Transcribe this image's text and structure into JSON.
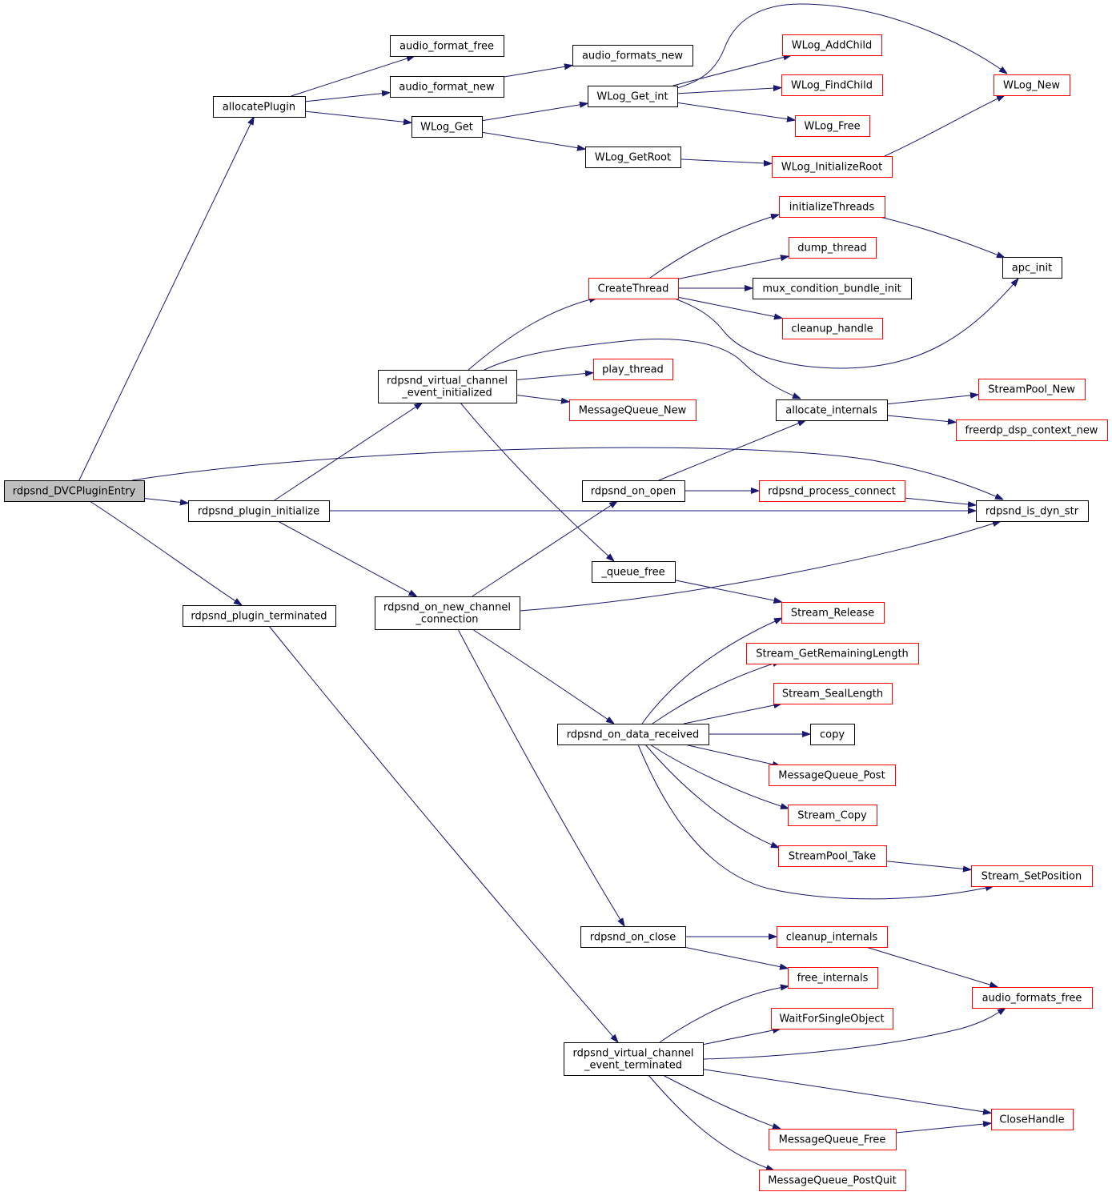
{
  "colors": {
    "edge": "#191970",
    "node_border": "#000000",
    "external_node_border": "#ff0000",
    "root_fill": "#bfbfbf",
    "node_fill": "#ffffff"
  },
  "nodes": [
    {
      "id": "n_entry",
      "lines": [
        "rdpsnd_DVCPluginEntry"
      ],
      "kind": "root"
    },
    {
      "id": "n_allocatePlugin",
      "lines": [
        "allocatePlugin"
      ],
      "kind": "local"
    },
    {
      "id": "n_plugin_initialize",
      "lines": [
        "rdpsnd_plugin_initialize"
      ],
      "kind": "local"
    },
    {
      "id": "n_plugin_terminated",
      "lines": [
        "rdpsnd_plugin_terminated"
      ],
      "kind": "local"
    },
    {
      "id": "n_audio_format_free",
      "lines": [
        "audio_format_free"
      ],
      "kind": "local"
    },
    {
      "id": "n_audio_format_new",
      "lines": [
        "audio_format_new"
      ],
      "kind": "local"
    },
    {
      "id": "n_wlog_get",
      "lines": [
        "WLog_Get"
      ],
      "kind": "local"
    },
    {
      "id": "n_audio_formats_new",
      "lines": [
        "audio_formats_new"
      ],
      "kind": "local"
    },
    {
      "id": "n_wlog_get_int",
      "lines": [
        "WLog_Get_int"
      ],
      "kind": "local"
    },
    {
      "id": "n_wlog_getroot",
      "lines": [
        "WLog_GetRoot"
      ],
      "kind": "local"
    },
    {
      "id": "n_wlog_addchild",
      "lines": [
        "WLog_AddChild"
      ],
      "kind": "external"
    },
    {
      "id": "n_wlog_findchild",
      "lines": [
        "WLog_FindChild"
      ],
      "kind": "external"
    },
    {
      "id": "n_wlog_free",
      "lines": [
        "WLog_Free"
      ],
      "kind": "external"
    },
    {
      "id": "n_wlog_initializeroot",
      "lines": [
        "WLog_InitializeRoot"
      ],
      "kind": "external"
    },
    {
      "id": "n_wlog_new",
      "lines": [
        "WLog_New"
      ],
      "kind": "external"
    },
    {
      "id": "n_vc_initialized",
      "lines": [
        "rdpsnd_virtual_channel",
        "_event_initialized"
      ],
      "kind": "local"
    },
    {
      "id": "n_createthread",
      "lines": [
        "CreateThread"
      ],
      "kind": "external"
    },
    {
      "id": "n_initializethreads",
      "lines": [
        "initializeThreads"
      ],
      "kind": "external"
    },
    {
      "id": "n_dump_thread",
      "lines": [
        "dump_thread"
      ],
      "kind": "external"
    },
    {
      "id": "n_mux_condition",
      "lines": [
        "mux_condition_bundle_init"
      ],
      "kind": "local"
    },
    {
      "id": "n_cleanup_handle",
      "lines": [
        "cleanup_handle"
      ],
      "kind": "external"
    },
    {
      "id": "n_apc_init",
      "lines": [
        "apc_init"
      ],
      "kind": "local"
    },
    {
      "id": "n_play_thread",
      "lines": [
        "play_thread"
      ],
      "kind": "external"
    },
    {
      "id": "n_mq_new",
      "lines": [
        "MessageQueue_New"
      ],
      "kind": "external"
    },
    {
      "id": "n_allocate_internals",
      "lines": [
        "allocate_internals"
      ],
      "kind": "local"
    },
    {
      "id": "n_streampool_new",
      "lines": [
        "StreamPool_New"
      ],
      "kind": "external"
    },
    {
      "id": "n_dsp_context_new",
      "lines": [
        "freerdp_dsp_context_new"
      ],
      "kind": "external"
    },
    {
      "id": "n_on_open",
      "lines": [
        "rdpsnd_on_open"
      ],
      "kind": "local"
    },
    {
      "id": "n_process_connect",
      "lines": [
        "rdpsnd_process_connect"
      ],
      "kind": "external"
    },
    {
      "id": "n_is_dyn_str",
      "lines": [
        "rdpsnd_is_dyn_str"
      ],
      "kind": "local"
    },
    {
      "id": "n_queue_free",
      "lines": [
        "_queue_free"
      ],
      "kind": "local"
    },
    {
      "id": "n_new_channel_conn",
      "lines": [
        "rdpsnd_on_new_channel",
        "_connection"
      ],
      "kind": "local"
    },
    {
      "id": "n_stream_release",
      "lines": [
        "Stream_Release"
      ],
      "kind": "external"
    },
    {
      "id": "n_stream_remaining",
      "lines": [
        "Stream_GetRemainingLength"
      ],
      "kind": "external"
    },
    {
      "id": "n_stream_seallength",
      "lines": [
        "Stream_SealLength"
      ],
      "kind": "external"
    },
    {
      "id": "n_on_data_received",
      "lines": [
        "rdpsnd_on_data_received"
      ],
      "kind": "local"
    },
    {
      "id": "n_copy",
      "lines": [
        "copy"
      ],
      "kind": "local"
    },
    {
      "id": "n_mq_post",
      "lines": [
        "MessageQueue_Post"
      ],
      "kind": "external"
    },
    {
      "id": "n_stream_copy",
      "lines": [
        "Stream_Copy"
      ],
      "kind": "external"
    },
    {
      "id": "n_streampool_take",
      "lines": [
        "StreamPool_Take"
      ],
      "kind": "external"
    },
    {
      "id": "n_stream_setposition",
      "lines": [
        "Stream_SetPosition"
      ],
      "kind": "external"
    },
    {
      "id": "n_on_close",
      "lines": [
        "rdpsnd_on_close"
      ],
      "kind": "local"
    },
    {
      "id": "n_cleanup_internals",
      "lines": [
        "cleanup_internals"
      ],
      "kind": "external"
    },
    {
      "id": "n_free_internals",
      "lines": [
        "free_internals"
      ],
      "kind": "external"
    },
    {
      "id": "n_audio_formats_free",
      "lines": [
        "audio_formats_free"
      ],
      "kind": "external"
    },
    {
      "id": "n_waitforsingleobject",
      "lines": [
        "WaitForSingleObject"
      ],
      "kind": "external"
    },
    {
      "id": "n_vc_terminated",
      "lines": [
        "rdpsnd_virtual_channel",
        "_event_terminated"
      ],
      "kind": "local"
    },
    {
      "id": "n_closehandle",
      "lines": [
        "CloseHandle"
      ],
      "kind": "external"
    },
    {
      "id": "n_mq_free",
      "lines": [
        "MessageQueue_Free"
      ],
      "kind": "external"
    },
    {
      "id": "n_mq_postquit",
      "lines": [
        "MessageQueue_PostQuit"
      ],
      "kind": "external"
    }
  ],
  "edges": [
    [
      "n_entry",
      "n_allocatePlugin"
    ],
    [
      "n_entry",
      "n_plugin_initialize"
    ],
    [
      "n_entry",
      "n_plugin_terminated"
    ],
    [
      "n_entry",
      "n_is_dyn_str"
    ],
    [
      "n_allocatePlugin",
      "n_audio_format_free"
    ],
    [
      "n_allocatePlugin",
      "n_audio_format_new"
    ],
    [
      "n_allocatePlugin",
      "n_wlog_get"
    ],
    [
      "n_audio_format_new",
      "n_audio_formats_new"
    ],
    [
      "n_wlog_get",
      "n_wlog_get_int"
    ],
    [
      "n_wlog_get",
      "n_wlog_getroot"
    ],
    [
      "n_wlog_get_int",
      "n_wlog_addchild"
    ],
    [
      "n_wlog_get_int",
      "n_wlog_findchild"
    ],
    [
      "n_wlog_get_int",
      "n_wlog_free"
    ],
    [
      "n_wlog_get_int",
      "n_wlog_new"
    ],
    [
      "n_wlog_getroot",
      "n_wlog_initializeroot"
    ],
    [
      "n_wlog_initializeroot",
      "n_wlog_new"
    ],
    [
      "n_plugin_initialize",
      "n_vc_initialized"
    ],
    [
      "n_plugin_initialize",
      "n_new_channel_conn"
    ],
    [
      "n_plugin_initialize",
      "n_is_dyn_str"
    ],
    [
      "n_vc_initialized",
      "n_createthread"
    ],
    [
      "n_vc_initialized",
      "n_play_thread"
    ],
    [
      "n_vc_initialized",
      "n_mq_new"
    ],
    [
      "n_vc_initialized",
      "n_allocate_internals"
    ],
    [
      "n_vc_initialized",
      "n_queue_free"
    ],
    [
      "n_createthread",
      "n_initializethreads"
    ],
    [
      "n_createthread",
      "n_dump_thread"
    ],
    [
      "n_createthread",
      "n_mux_condition"
    ],
    [
      "n_createthread",
      "n_cleanup_handle"
    ],
    [
      "n_createthread",
      "n_apc_init"
    ],
    [
      "n_initializethreads",
      "n_apc_init"
    ],
    [
      "n_allocate_internals",
      "n_streampool_new"
    ],
    [
      "n_allocate_internals",
      "n_dsp_context_new"
    ],
    [
      "n_new_channel_conn",
      "n_on_open"
    ],
    [
      "n_new_channel_conn",
      "n_is_dyn_str"
    ],
    [
      "n_new_channel_conn",
      "n_on_data_received"
    ],
    [
      "n_new_channel_conn",
      "n_on_close"
    ],
    [
      "n_on_open",
      "n_allocate_internals"
    ],
    [
      "n_on_open",
      "n_process_connect"
    ],
    [
      "n_process_connect",
      "n_is_dyn_str"
    ],
    [
      "n_queue_free",
      "n_stream_release"
    ],
    [
      "n_on_data_received",
      "n_stream_release"
    ],
    [
      "n_on_data_received",
      "n_stream_remaining"
    ],
    [
      "n_on_data_received",
      "n_stream_seallength"
    ],
    [
      "n_on_data_received",
      "n_copy"
    ],
    [
      "n_on_data_received",
      "n_mq_post"
    ],
    [
      "n_on_data_received",
      "n_stream_copy"
    ],
    [
      "n_on_data_received",
      "n_streampool_take"
    ],
    [
      "n_on_data_received",
      "n_stream_setposition"
    ],
    [
      "n_streampool_take",
      "n_stream_setposition"
    ],
    [
      "n_on_close",
      "n_cleanup_internals"
    ],
    [
      "n_on_close",
      "n_free_internals"
    ],
    [
      "n_cleanup_internals",
      "n_audio_formats_free"
    ],
    [
      "n_plugin_terminated",
      "n_vc_terminated"
    ],
    [
      "n_vc_terminated",
      "n_free_internals"
    ],
    [
      "n_vc_terminated",
      "n_waitforsingleobject"
    ],
    [
      "n_vc_terminated",
      "n_audio_formats_free"
    ],
    [
      "n_vc_terminated",
      "n_closehandle"
    ],
    [
      "n_vc_terminated",
      "n_mq_free"
    ],
    [
      "n_vc_terminated",
      "n_mq_postquit"
    ],
    [
      "n_mq_free",
      "n_closehandle"
    ]
  ]
}
